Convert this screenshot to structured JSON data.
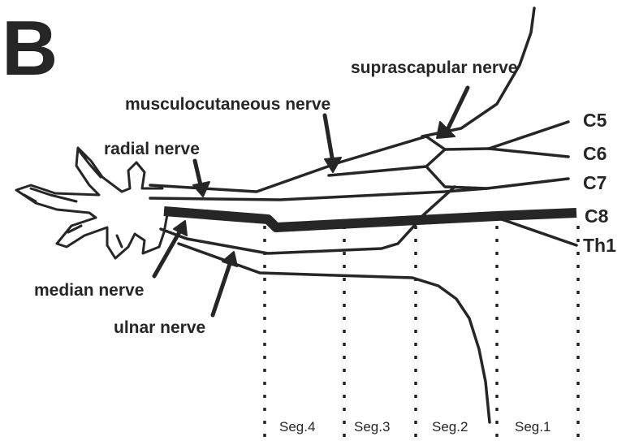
{
  "figure": {
    "panel_label": "B",
    "nerves": {
      "suprascapular": "suprascapular nerve",
      "musculocutaneous": "musculocutaneous nerve",
      "radial": "radial nerve",
      "median": "median nerve",
      "ulnar": "ulnar nerve"
    },
    "roots": [
      "C5",
      "C6",
      "C7",
      "C8",
      "Th1"
    ],
    "segments": [
      "Seg.4",
      "Seg.3",
      "Seg.2",
      "Seg.1"
    ],
    "colors": {
      "ink": "#262626",
      "background": "#ffffff"
    }
  }
}
